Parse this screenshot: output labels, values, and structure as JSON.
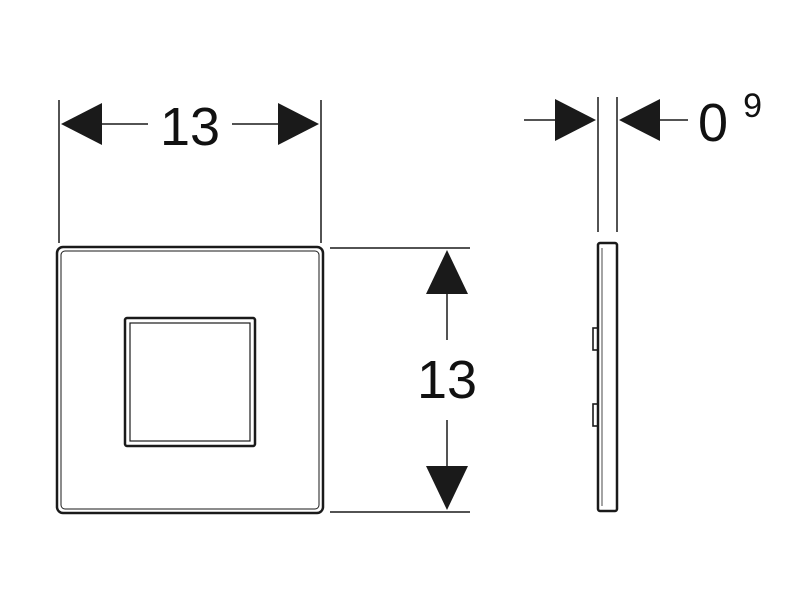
{
  "dimensions": {
    "width_label": "13",
    "height_label": "13",
    "thickness_label_main": "0",
    "thickness_label_sup": "9"
  },
  "colors": {
    "line": "#1a1a1a",
    "background": "#ffffff"
  }
}
